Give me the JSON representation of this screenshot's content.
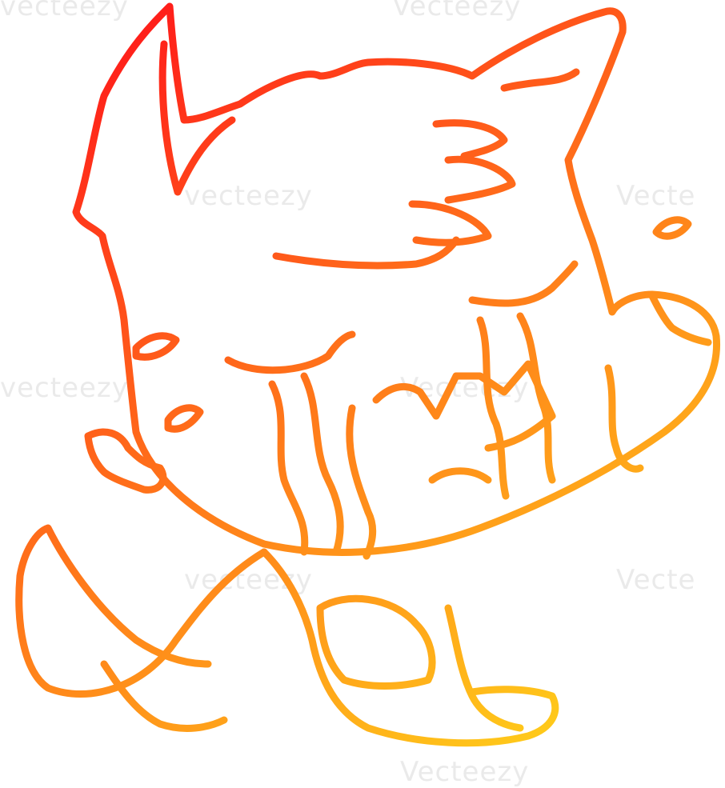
{
  "watermark": {
    "text": "vecteezy",
    "text_cut": "Vecte",
    "text_cap": "Vecteezy"
  },
  "stroke_gradient": {
    "top_left": "#ff1a1a",
    "middle": "#ff7a1a",
    "bottom_right": "#ffd21a"
  }
}
